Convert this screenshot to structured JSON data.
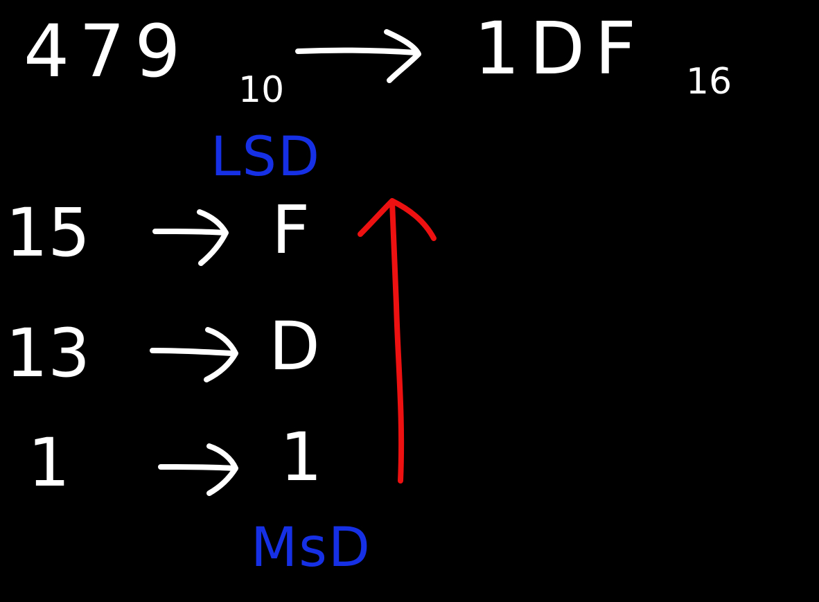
{
  "conversion": {
    "source_number": "479",
    "source_base": "10",
    "target_number": "1DF",
    "target_base": "16"
  },
  "rows": [
    {
      "decimal": "15",
      "hex": "F"
    },
    {
      "decimal": "13",
      "hex": "D"
    },
    {
      "decimal": "1",
      "hex": "1"
    }
  ],
  "labels": {
    "top": "LSD",
    "bottom": "MsD"
  },
  "icons": {
    "row_arrow": "right-arrow-icon",
    "order_arrow": "up-arrow-icon"
  },
  "colors": {
    "background": "#000000",
    "chalk": "#ffffff",
    "label": "#1630e6",
    "order_arrow": "#ee1111"
  }
}
